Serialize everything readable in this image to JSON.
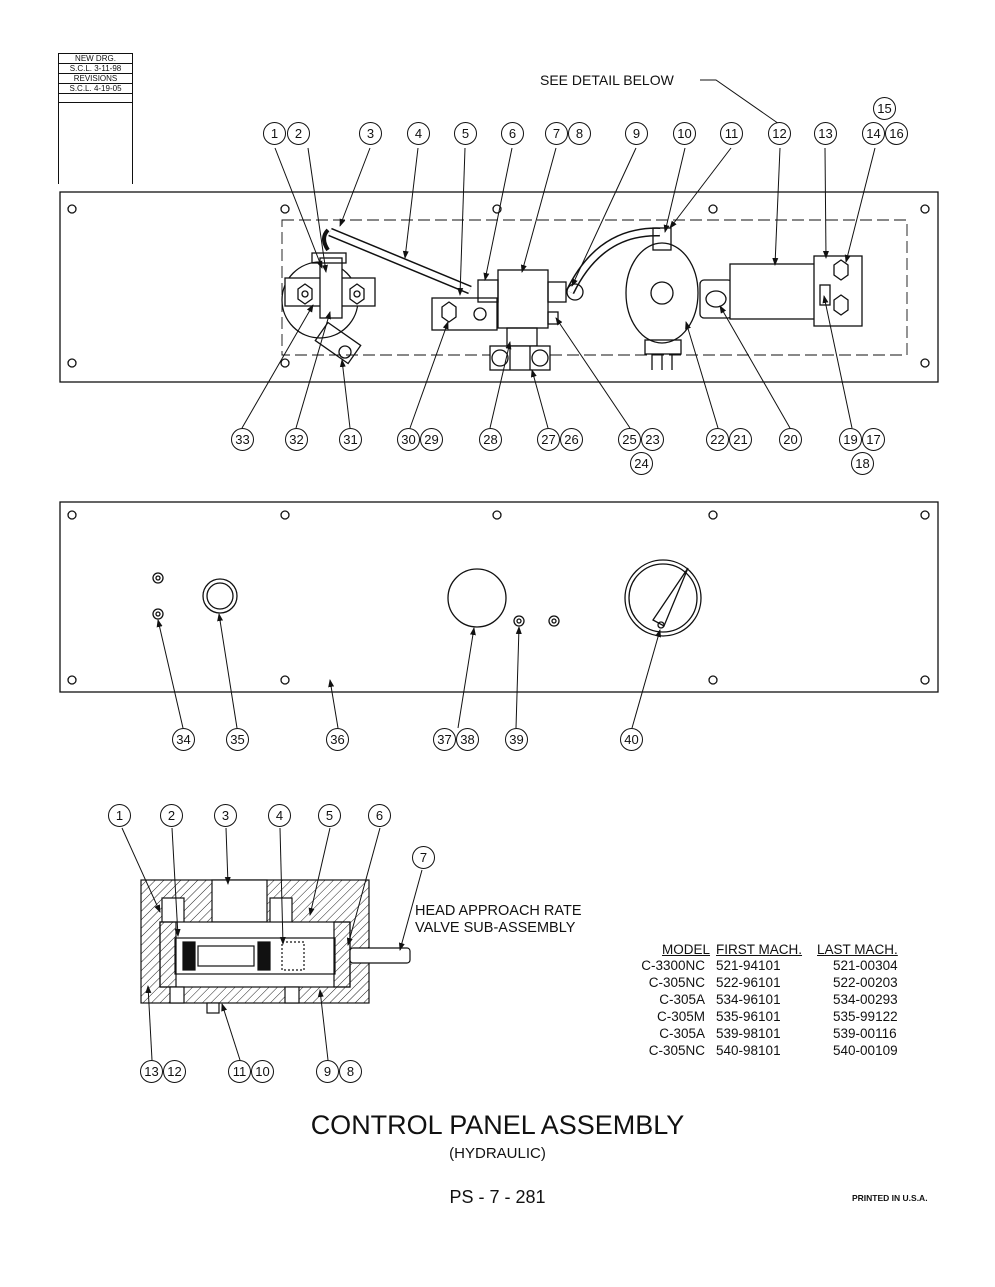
{
  "revision_block": {
    "lines": [
      "NEW DRG.",
      "S.C.L. 3-11-98",
      "REVISIONS",
      "S.C.L. 4-19-05"
    ]
  },
  "see_detail_label": "SEE DETAIL BELOW",
  "top_callouts": [
    "1",
    "2",
    "3",
    "4",
    "5",
    "6",
    "7",
    "8",
    "9",
    "10",
    "11",
    "12",
    "13",
    "14",
    "15",
    "16"
  ],
  "top_bottom_callouts": [
    "33",
    "32",
    "31",
    "30",
    "29",
    "28",
    "27",
    "26",
    "25",
    "23",
    "24",
    "22",
    "21",
    "20",
    "19",
    "17",
    "18"
  ],
  "front_callouts": [
    "34",
    "35",
    "36",
    "37",
    "38",
    "39",
    "40"
  ],
  "detail_callouts_top": [
    "1",
    "2",
    "3",
    "4",
    "5",
    "6",
    "7"
  ],
  "detail_callouts_bottom": [
    "13",
    "12",
    "11",
    "10",
    "9",
    "8"
  ],
  "detail_caption": {
    "line1": "HEAD APPROACH RATE",
    "line2": "VALVE SUB-ASSEMBLY"
  },
  "model_table": {
    "headers": [
      "MODEL",
      "FIRST MACH.",
      "LAST MACH."
    ],
    "rows": [
      [
        "C-3300NC",
        "521-94101",
        "521-00304"
      ],
      [
        "C-305NC",
        "522-96101",
        "522-00203"
      ],
      [
        "C-305A",
        "534-96101",
        "534-00293"
      ],
      [
        "C-305M",
        "535-96101",
        "535-99122"
      ],
      [
        "C-305A",
        "539-98101",
        "539-00116"
      ],
      [
        "C-305NC",
        "540-98101",
        "540-00109"
      ]
    ]
  },
  "title": "CONTROL PANEL ASSEMBLY",
  "subtitle": "(HYDRAULIC)",
  "page_number": "PS - 7 - 281",
  "printed_label": "PRINTED IN U.S.A."
}
